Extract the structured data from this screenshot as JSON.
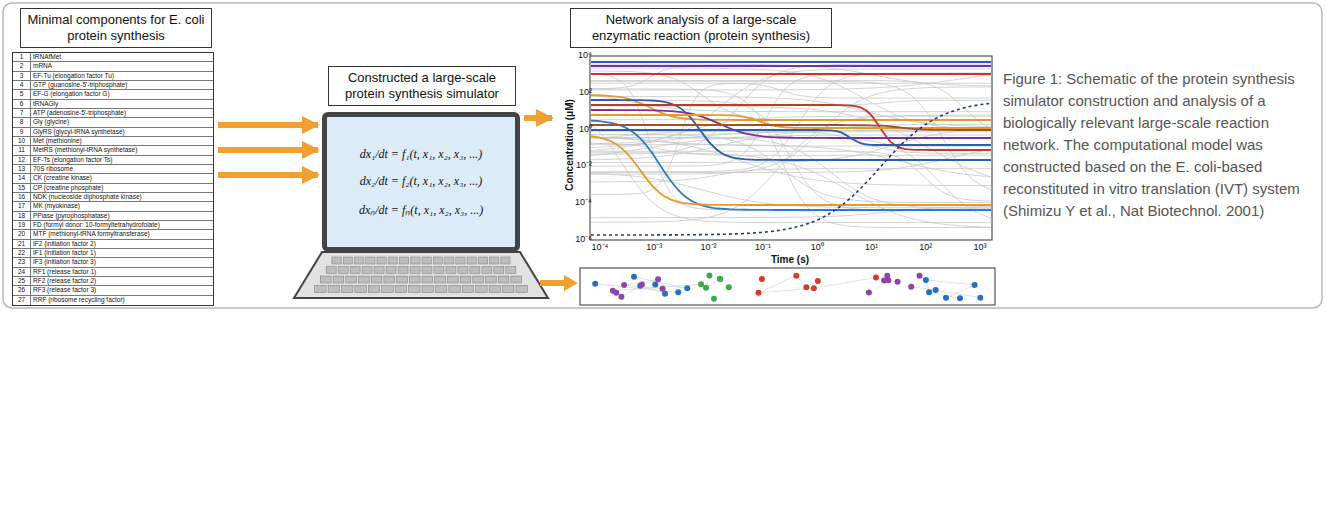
{
  "diagram": {
    "caption": "Figure 1: Schematic of the protein synthesis simulator construction and analysis of a biologically relevant large-scale reaction network. The computational model was constructed based on the E. coli-based reconstituted in vitro translation (IVT) system (Shimizu Y et al., Nat Biotechnol. 2001)",
    "nodes": [
      {
        "text": [
          "Minimal components for E. coli protein synthesis"
        ]
      },
      {
        "text": [
          "1",
          "tRNAfMet",
          "2",
          "mRNA",
          "3",
          "EF-Tu (elongation factor Tu)",
          "4",
          "GTP (guanosine-5'-triphosphate)",
          "5",
          "EF-G (elongation factor G)",
          "6",
          "tRNAGly",
          "7",
          "ATP (adenosine-5'-triphosphate)",
          "8",
          "Gly (glycine)",
          "9",
          "GlyRS (glycyl-tRNA synthetase)",
          "10",
          "Met (methionine)",
          "11",
          "MetRS (methionyl-tRNA synthetase)",
          "12",
          "EF-Ts (elongation factor Ts)",
          "13",
          "70S ribosome",
          "14",
          "CK (creatine kinase)",
          "15",
          "CP (creatine phosphate)",
          "16",
          "NDK (nucleoside diphosphate kinase)",
          "17",
          "MK (myokinase)",
          "18",
          "PPiase (pyrophosphatase)",
          "19",
          "FD (formyl donor: 10-formyltetrahydrofolate)",
          "20",
          "MTF (methionyl-tRNA formyltransferase)",
          "21",
          "IF2 (initiation factor 2)",
          "22",
          "IF1 (initiation factor 1)",
          "23",
          "IF3 (initiation factor 3)",
          "24",
          "RF1 (release factor 1)",
          "25",
          "RF2 (release factor 2)",
          "26",
          "RF3 (release factor 3)",
          "27",
          "RRF (ribosome recycling factor)"
        ]
      },
      {
        "text": [
          "Constructed a large-scale protein synthesis simulator"
        ]
      },
      {
        "text": [
          "dx₁/dt = f₁(t, x₁, x₂, x₃, ...)",
          "dx₂/dt = f₂(t, x₁, x₂, x₃, ...)",
          "dxₙ/dt = fₙ(t, x₁, x₂, x₃, ...)"
        ]
      },
      {
        "text": [
          "Network analysis of a large-scale enzymatic reaction (protein synthesis)"
        ]
      },
      {
        "text": [
          "Concentration (μM)",
          "Time (s)",
          "10⁴",
          "10²",
          "10⁰",
          "10⁻²",
          "10⁻⁴",
          "10⁻⁶",
          "10⁻⁴",
          "10⁻³",
          "10⁻²",
          "10⁻¹",
          "10⁰",
          "10¹",
          "10²",
          "10³"
        ]
      }
    ],
    "edges": [
      {
        "from": 1,
        "to": 3,
        "arrow": "to"
      },
      {
        "from": 1,
        "to": 3,
        "arrow": "to"
      },
      {
        "from": 1,
        "to": 3,
        "arrow": "to"
      },
      {
        "from": 3,
        "to": 5,
        "arrow": "to"
      }
    ]
  }
}
